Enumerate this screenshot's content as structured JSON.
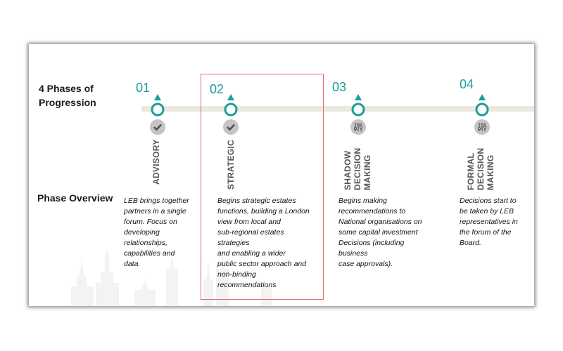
{
  "slide": {
    "phases_title_line1": "4 Phases of",
    "phases_title_line2": "Progression",
    "overview_title": "Phase Overview"
  },
  "colors": {
    "accent_teal": "#1a9e97",
    "timeline": "#eae8e0",
    "highlight_border": "#e26a6a",
    "icon_grey": "#c4c4c4"
  },
  "phases": [
    {
      "number": "01",
      "name_lines": [
        "ADVISORY"
      ],
      "status_icon": "checkmark-icon",
      "description_lines": [
        "LEB brings together",
        "partners in a single",
        "forum. Focus on",
        "developing",
        "relationships,",
        "capabilities and",
        "data."
      ]
    },
    {
      "number": "02",
      "name_lines": [
        "STRATEGIC"
      ],
      "status_icon": "checkmark-icon",
      "highlighted": true,
      "description_lines": [
        "Begins strategic  estates",
        "functions, building a London",
        "view from local and",
        "sub-regional estates",
        "strategies",
        "and enabling a wider",
        "public sector  approach and",
        "non-binding",
        "recommendations"
      ]
    },
    {
      "number": "03",
      "name_lines": [
        "SHADOW",
        "DECISION",
        "MAKING"
      ],
      "status_icon": "sliders-icon",
      "description_lines": [
        "Begins making",
        "recommendations  to",
        "National  organisations on",
        "some capital investment",
        "Decisions (including",
        "business",
        "case approvals)."
      ]
    },
    {
      "number": "04",
      "name_lines": [
        "FORMAL",
        "DECISION",
        "MAKING"
      ],
      "status_icon": "sliders-icon",
      "description_lines": [
        "Decisions start to",
        "be taken by LEB",
        "representatives in",
        "the forum of the",
        "Board."
      ]
    }
  ]
}
